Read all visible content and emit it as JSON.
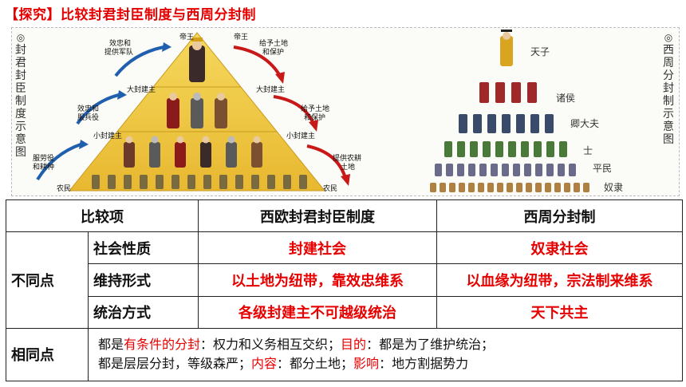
{
  "title": "【探究】比较封君封臣制度与西周分封制",
  "figure_left": {
    "caption": "封君封臣制度示意图",
    "caption_chars": [
      "封",
      "君",
      "封",
      "臣",
      "制",
      "度",
      "示",
      "意",
      "图"
    ],
    "labels": {
      "king_l": "帝王",
      "king_r": "帝王",
      "loyal_army": "效忠和\n提供军队",
      "give_land_1": "给予土地\n和保护",
      "big_lord_l": "大封建主",
      "big_lord_r": "大封建主",
      "loyal_service": "效忠和\n服兵役",
      "give_land_2": "给予土地\n和保护",
      "small_lord_l": "小封建主",
      "small_lord_r": "小封建主",
      "labor_farm": "服劳役\n和耕种",
      "provide_land": "提供农耕\n土地",
      "peasant_l": "农民",
      "peasant_r": "农民"
    }
  },
  "figure_right": {
    "caption_chars": [
      "西",
      "周",
      "分",
      "封",
      "制",
      "示",
      "意",
      "图"
    ],
    "levels": [
      "天子",
      "诸侯",
      "卿大夫",
      "士",
      "平民",
      "奴隶"
    ]
  },
  "table": {
    "headers": [
      "比较项",
      "西欧封君封臣制度",
      "西周分封制"
    ],
    "diff_label": "不同点",
    "rows": [
      {
        "item": "社会性质",
        "west": "封建社会",
        "zhou": "奴隶社会"
      },
      {
        "item": "维持形式",
        "west": "以土地为纽带，靠效忠维系",
        "zhou": "以血缘为纽带，宗法制来维系"
      },
      {
        "item": "统治方式",
        "west": "各级封建主不可越级统治",
        "zhou": "天下共主"
      }
    ],
    "same_label": "相同点",
    "same_line1": {
      "a": "都是",
      "b": "有条件的分封",
      "c": "：权力和义务相互交织；",
      "d": "目的",
      "e": "：都是为了维护统治；"
    },
    "same_line2": {
      "a": "都是层层分封，等级森严；",
      "b": "内容",
      "c": "：都分土地；",
      "d": "影响",
      "e": "：地方割据势力"
    }
  }
}
